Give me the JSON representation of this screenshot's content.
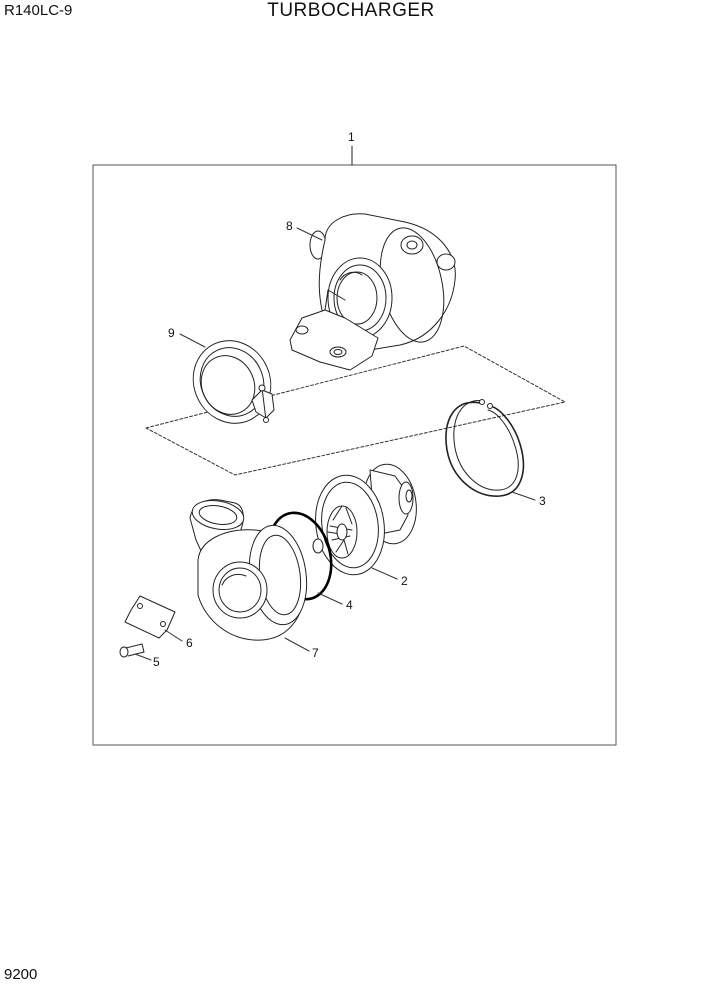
{
  "header": {
    "model": "R140LC-9",
    "title": "TURBOCHARGER"
  },
  "footer": {
    "page_number": "9200"
  },
  "callouts": [
    "1",
    "2",
    "3",
    "4",
    "5",
    "6",
    "7",
    "8",
    "9"
  ]
}
